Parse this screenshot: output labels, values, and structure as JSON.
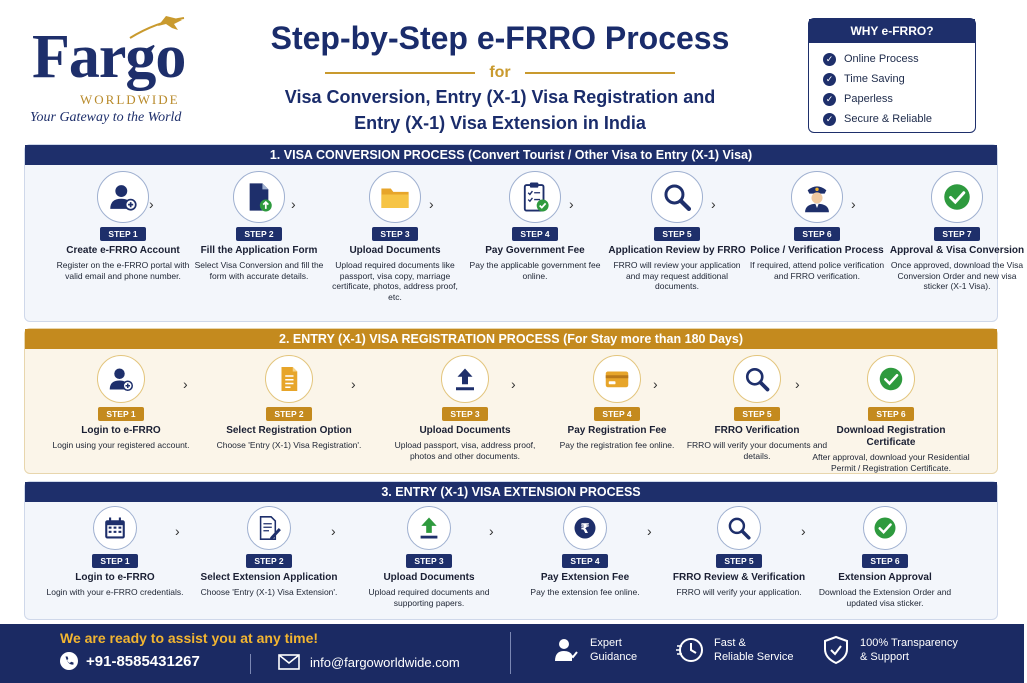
{
  "brand": {
    "name": "Fargo",
    "sub": "WORLDWIDE",
    "tagline": "Your Gateway to the World"
  },
  "header": {
    "title": "Step-by-Step e-FRRO Process",
    "for": "for",
    "subtitle_line1": "Visa Conversion, Entry (X-1) Visa Registration and",
    "subtitle_line2": "Entry (X-1) Visa Extension in India"
  },
  "why": {
    "title": "WHY e-FRRO?",
    "items": [
      "Online Process",
      "Time Saving",
      "Paperless",
      "Secure & Reliable"
    ]
  },
  "sections": [
    {
      "heading": "1. VISA CONVERSION PROCESS (Convert Tourist / Other Visa to Entry (X-1) Visa)",
      "steps": [
        {
          "badge": "STEP 1",
          "title": "Create e-FRRO Account",
          "desc": "Register on the e-FRRO portal with valid email and phone number.",
          "icon": "user-add-icon"
        },
        {
          "badge": "STEP 2",
          "title": "Fill the Application Form",
          "desc": "Select Visa Conversion and fill the form with accurate details.",
          "icon": "form-upload-icon"
        },
        {
          "badge": "STEP 3",
          "title": "Upload Documents",
          "desc": "Upload required documents like passport, visa copy, marriage certificate, photos, address proof, etc.",
          "icon": "folder-icon"
        },
        {
          "badge": "STEP 4",
          "title": "Pay Government Fee",
          "desc": "Pay the applicable government fee online.",
          "icon": "clipboard-check-icon"
        },
        {
          "badge": "STEP 5",
          "title": "Application Review by FRRO",
          "desc": "FRRO will review your application and may request additional documents.",
          "icon": "magnifier-icon"
        },
        {
          "badge": "STEP 6",
          "title": "Police / Verification Process",
          "desc": "If required, attend police verification and FRRO verification.",
          "icon": "police-officer-icon"
        },
        {
          "badge": "STEP 7",
          "title": "Approval & Visa Conversion",
          "desc": "Once approved, download the Visa Conversion Order and new visa sticker (X-1 Visa).",
          "icon": "check-circle-icon"
        }
      ]
    },
    {
      "heading": "2. ENTRY (X-1) VISA REGISTRATION PROCESS (For Stay more than 180 Days)",
      "steps": [
        {
          "badge": "STEP 1",
          "title": "Login to e-FRRO",
          "desc": "Login using your registered account.",
          "icon": "user-add-icon"
        },
        {
          "badge": "STEP 2",
          "title": "Select Registration Option",
          "desc": "Choose 'Entry (X-1) Visa Registration'.",
          "icon": "document-icon"
        },
        {
          "badge": "STEP 3",
          "title": "Upload Documents",
          "desc": "Upload passport, visa, address proof, photos and other documents.",
          "icon": "upload-icon"
        },
        {
          "badge": "STEP 4",
          "title": "Pay Registration Fee",
          "desc": "Pay the registration fee online.",
          "icon": "card-icon"
        },
        {
          "badge": "STEP 5",
          "title": "FRRO Verification",
          "desc": "FRRO will verify your documents and details.",
          "icon": "magnifier-icon"
        },
        {
          "badge": "STEP 6",
          "title": "Download Registration Certificate",
          "desc": "After approval, download your Residential Permit / Registration Certificate.",
          "icon": "check-circle-icon"
        }
      ]
    },
    {
      "heading": "3. ENTRY (X-1) VISA EXTENSION PROCESS",
      "steps": [
        {
          "badge": "STEP 1",
          "title": "Login to e-FRRO",
          "desc": "Login with your e-FRRO credentials.",
          "icon": "calendar-icon"
        },
        {
          "badge": "STEP 2",
          "title": "Select Extension Application",
          "desc": "Choose 'Entry (X-1) Visa Extension'.",
          "icon": "form-edit-icon"
        },
        {
          "badge": "STEP 3",
          "title": "Upload Documents",
          "desc": "Upload required documents and supporting papers.",
          "icon": "upload-green-icon"
        },
        {
          "badge": "STEP 4",
          "title": "Pay Extension Fee",
          "desc": "Pay the extension fee online.",
          "icon": "rupee-icon"
        },
        {
          "badge": "STEP 5",
          "title": "FRRO Review & Verification",
          "desc": "FRRO will verify your application.",
          "icon": "magnifier-icon"
        },
        {
          "badge": "STEP 6",
          "title": "Extension Approval",
          "desc": "Download the Extension Order and updated visa sticker.",
          "icon": "check-circle-icon"
        }
      ]
    }
  ],
  "footer": {
    "assist": "We are ready to assist you at any time!",
    "phone": "+91-8585431267",
    "email": "info@fargoworldwide.com",
    "features": [
      {
        "line1": "Expert",
        "line2": "Guidance",
        "icon": "expert-icon"
      },
      {
        "line1": "Fast &",
        "line2": "Reliable Service",
        "icon": "clock-icon"
      },
      {
        "line1": "100% Transparency",
        "line2": "& Support",
        "icon": "shield-icon"
      }
    ]
  },
  "colors": {
    "navy": "#1e2f6b",
    "gold": "#c48a1e",
    "green": "#2e9a3e"
  }
}
